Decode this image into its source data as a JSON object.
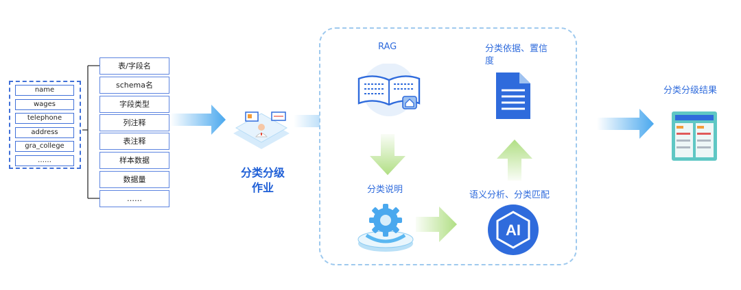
{
  "fields": [
    "name",
    "wages",
    "telephone",
    "address",
    "gra_college",
    "……"
  ],
  "attributes": [
    "表/字段名",
    "schema名",
    "字段类型",
    "列注释",
    "表注释",
    "样本数据",
    "数据量",
    "……"
  ],
  "job": {
    "line1": "分类分级",
    "line2": "作业"
  },
  "process": {
    "rag": "RAG",
    "basis": "分类依据、置信度",
    "explanation": "分类说明",
    "semantic": "语义分析、分类匹配",
    "ai_badge": "AI"
  },
  "result": {
    "label": "分类分级结果"
  },
  "colors": {
    "primary": "#2f6bdc",
    "box_border": "#3f6fd8",
    "panel_border": "#9ec9ee",
    "arrow_blue": "#4aa8ee",
    "arrow_green": "#8fd14f"
  }
}
